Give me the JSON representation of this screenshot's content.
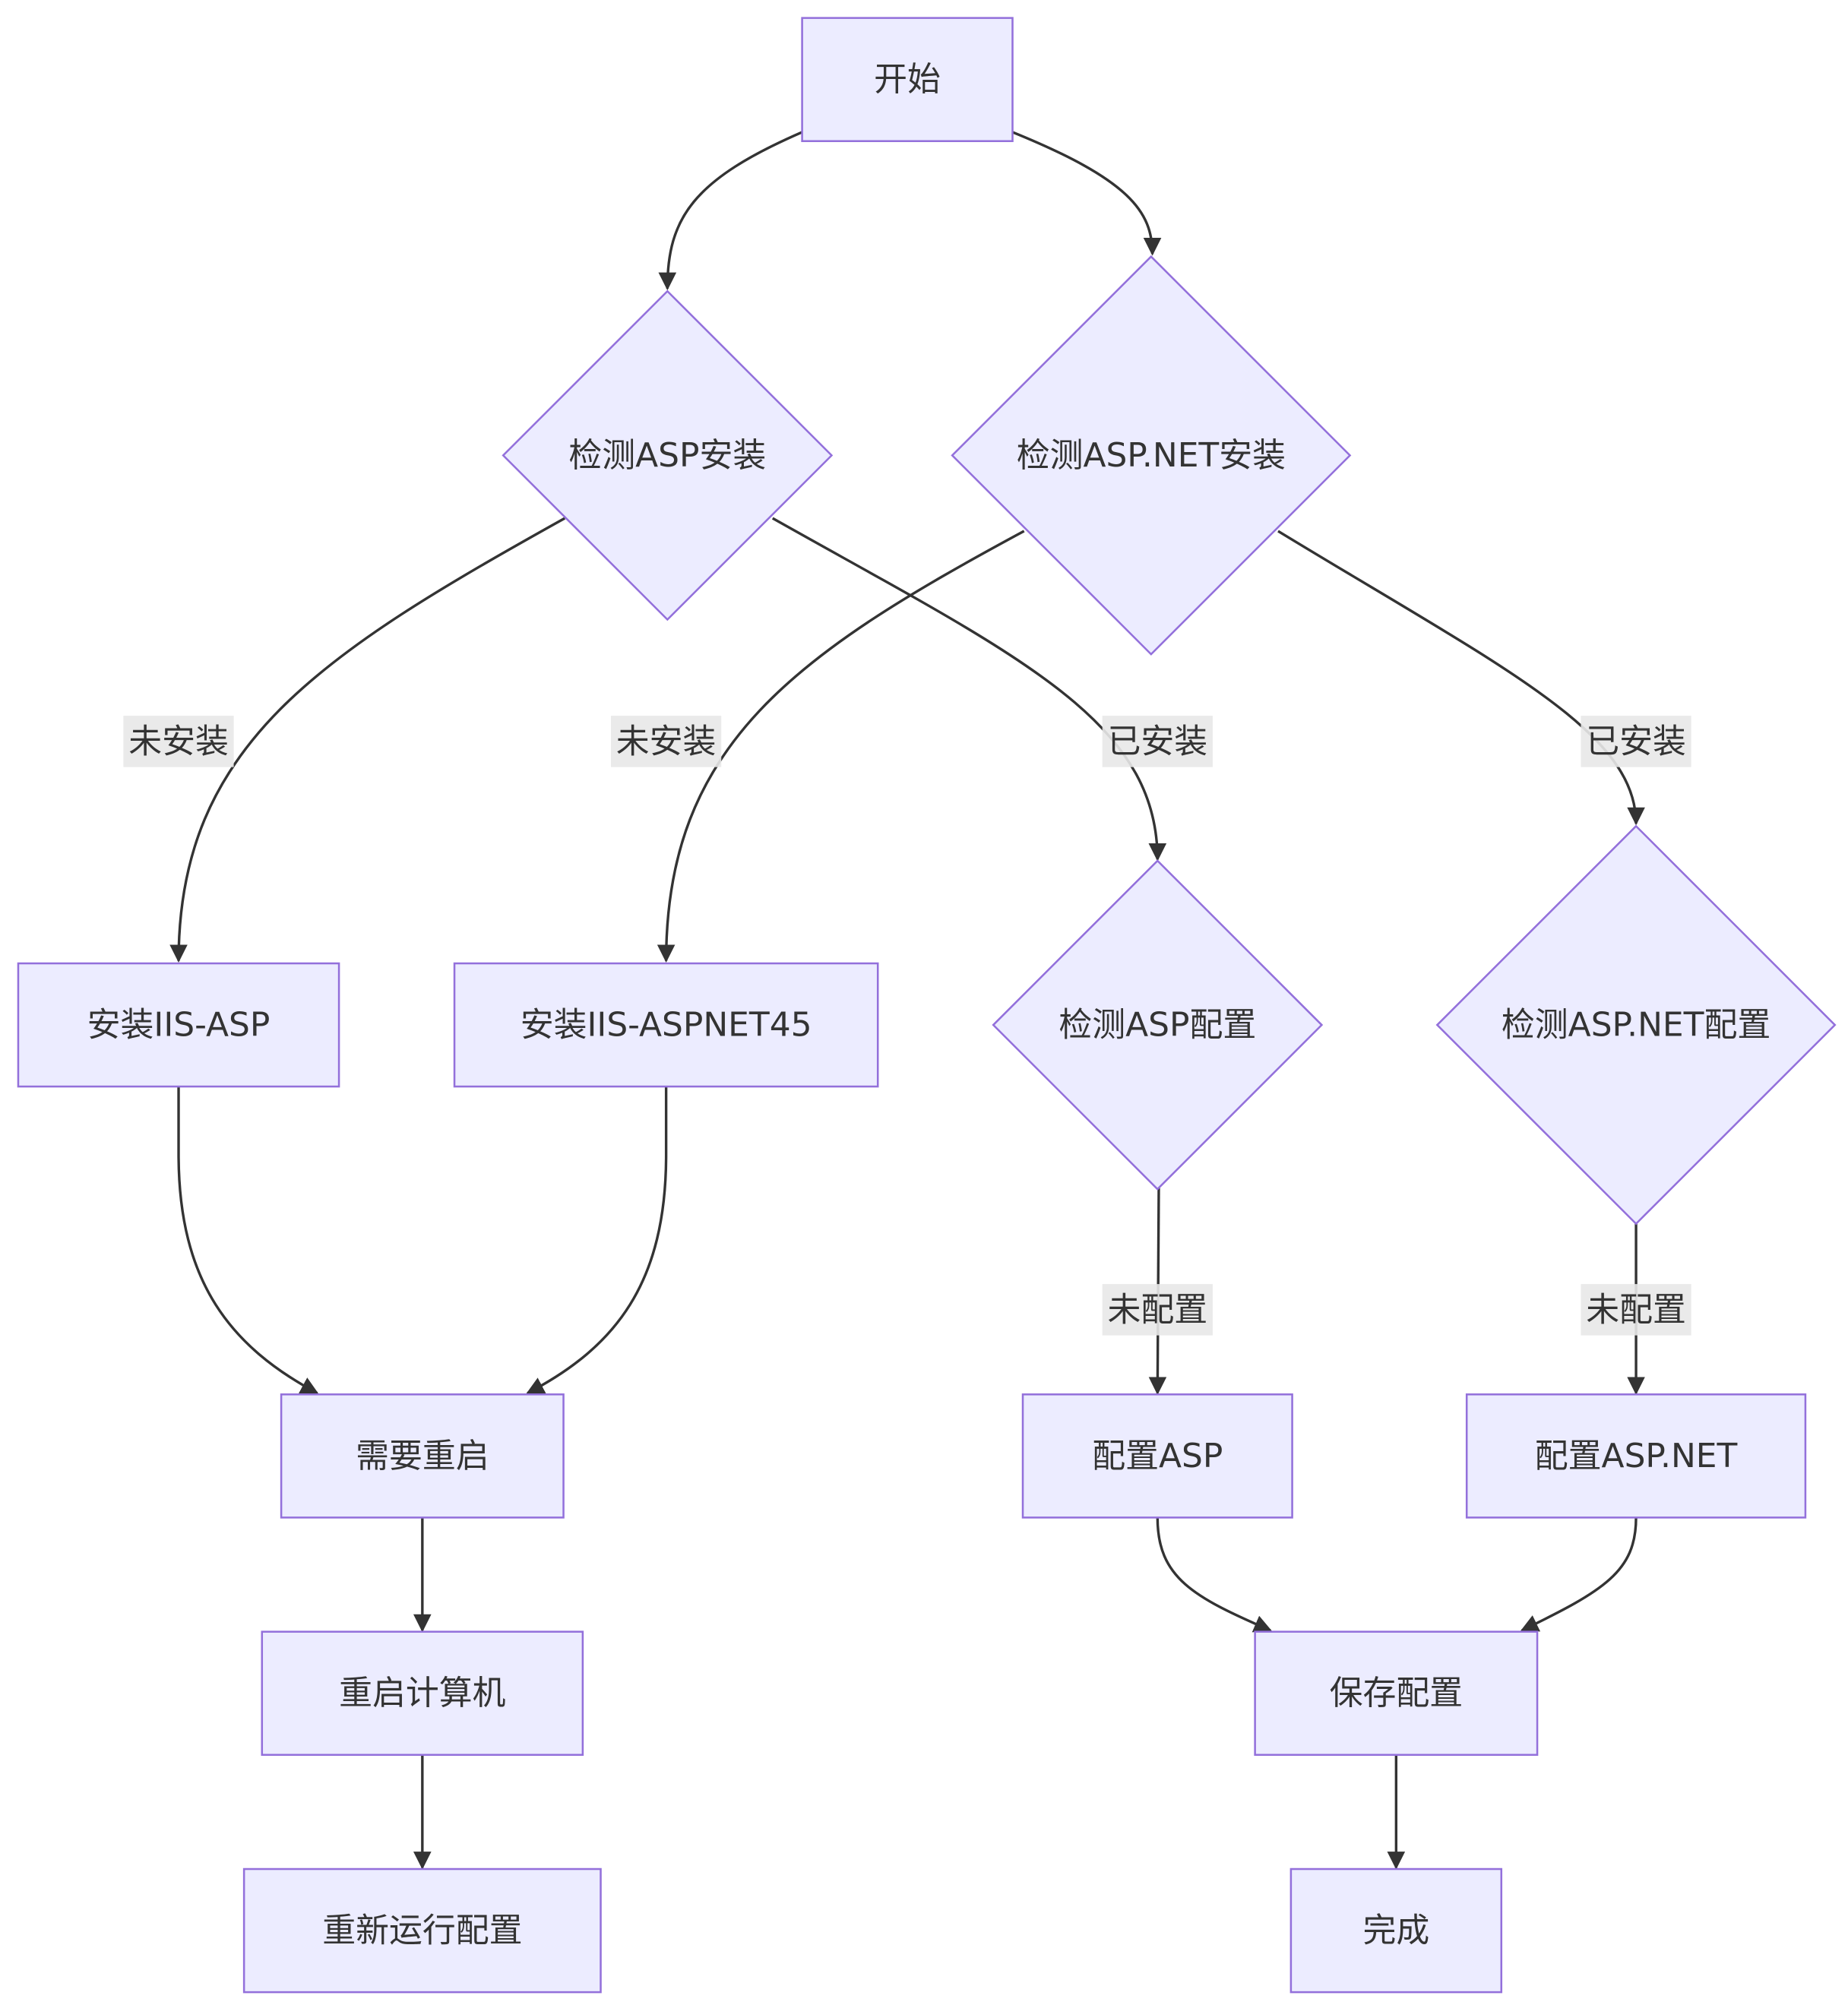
{
  "diagram": {
    "type": "flowchart",
    "colors": {
      "node_fill": "#ECECFF",
      "node_stroke": "#9370DB",
      "edge": "#333333",
      "label_bg": "#e8e8e8",
      "text": "#333333"
    },
    "nodes": {
      "start": "开始",
      "check_asp_install": "检测ASP安装",
      "check_aspnet_install": "检测ASP.NET安装",
      "install_iis_asp": "安装IIS-ASP",
      "install_iis_aspnet45": "安装IIS-ASPNET45",
      "check_asp_config": "检测ASP配置",
      "check_aspnet_config": "检测ASP.NET配置",
      "need_restart": "需要重启",
      "config_asp": "配置ASP",
      "config_aspnet": "配置ASP.NET",
      "restart_computer": "重启计算机",
      "save_config": "保存配置",
      "rerun_config": "重新运行配置",
      "done": "完成"
    },
    "edge_labels": {
      "asp_not_installed": "未安装",
      "aspnet_not_installed": "未安装",
      "asp_installed": "已安装",
      "aspnet_installed": "已安装",
      "asp_not_configured": "未配置",
      "aspnet_not_configured": "未配置"
    },
    "edges": [
      {
        "from": "开始",
        "to": "检测ASP安装"
      },
      {
        "from": "开始",
        "to": "检测ASP.NET安装"
      },
      {
        "from": "检测ASP安装",
        "to": "安装IIS-ASP",
        "label": "未安装"
      },
      {
        "from": "检测ASP安装",
        "to": "检测ASP配置",
        "label": "已安装"
      },
      {
        "from": "检测ASP.NET安装",
        "to": "安装IIS-ASPNET45",
        "label": "未安装"
      },
      {
        "from": "检测ASP.NET安装",
        "to": "检测ASP.NET配置",
        "label": "已安装"
      },
      {
        "from": "安装IIS-ASP",
        "to": "需要重启"
      },
      {
        "from": "安装IIS-ASPNET45",
        "to": "需要重启"
      },
      {
        "from": "检测ASP配置",
        "to": "配置ASP",
        "label": "未配置"
      },
      {
        "from": "检测ASP.NET配置",
        "to": "配置ASP.NET",
        "label": "未配置"
      },
      {
        "from": "需要重启",
        "to": "重启计算机"
      },
      {
        "from": "重启计算机",
        "to": "重新运行配置"
      },
      {
        "from": "配置ASP",
        "to": "保存配置"
      },
      {
        "from": "配置ASP.NET",
        "to": "保存配置"
      },
      {
        "from": "保存配置",
        "to": "完成"
      }
    ]
  }
}
